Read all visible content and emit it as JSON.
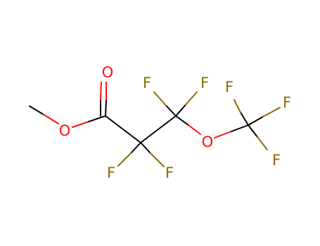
{
  "colors": {
    "background": "#ffffff",
    "carbon_bond": "#000000",
    "oxygen": "#ff0d0d",
    "fluorine": "#8c6b00"
  },
  "atoms": {
    "o_methoxy": "O",
    "o_carbonyl": "O",
    "f_alpha_1": "F",
    "f_alpha_2": "F",
    "f_beta_1": "F",
    "f_beta_2": "F",
    "o_ether": "O",
    "f_cf3_1": "F",
    "f_cf3_2": "F",
    "f_cf3_3": "F"
  }
}
